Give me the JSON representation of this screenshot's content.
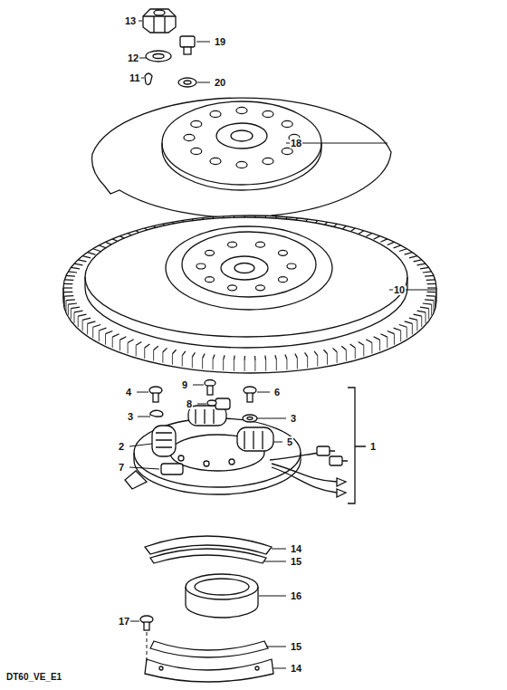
{
  "diagram": {
    "labels": [
      "13",
      "19",
      "12",
      "11",
      "20",
      "18",
      "10",
      "4",
      "9",
      "6",
      "8",
      "3",
      "3",
      "2",
      "5",
      "7",
      "1",
      "14",
      "15",
      "16",
      "17",
      "15",
      "14",
      "DT60_VE_E1"
    ]
  }
}
